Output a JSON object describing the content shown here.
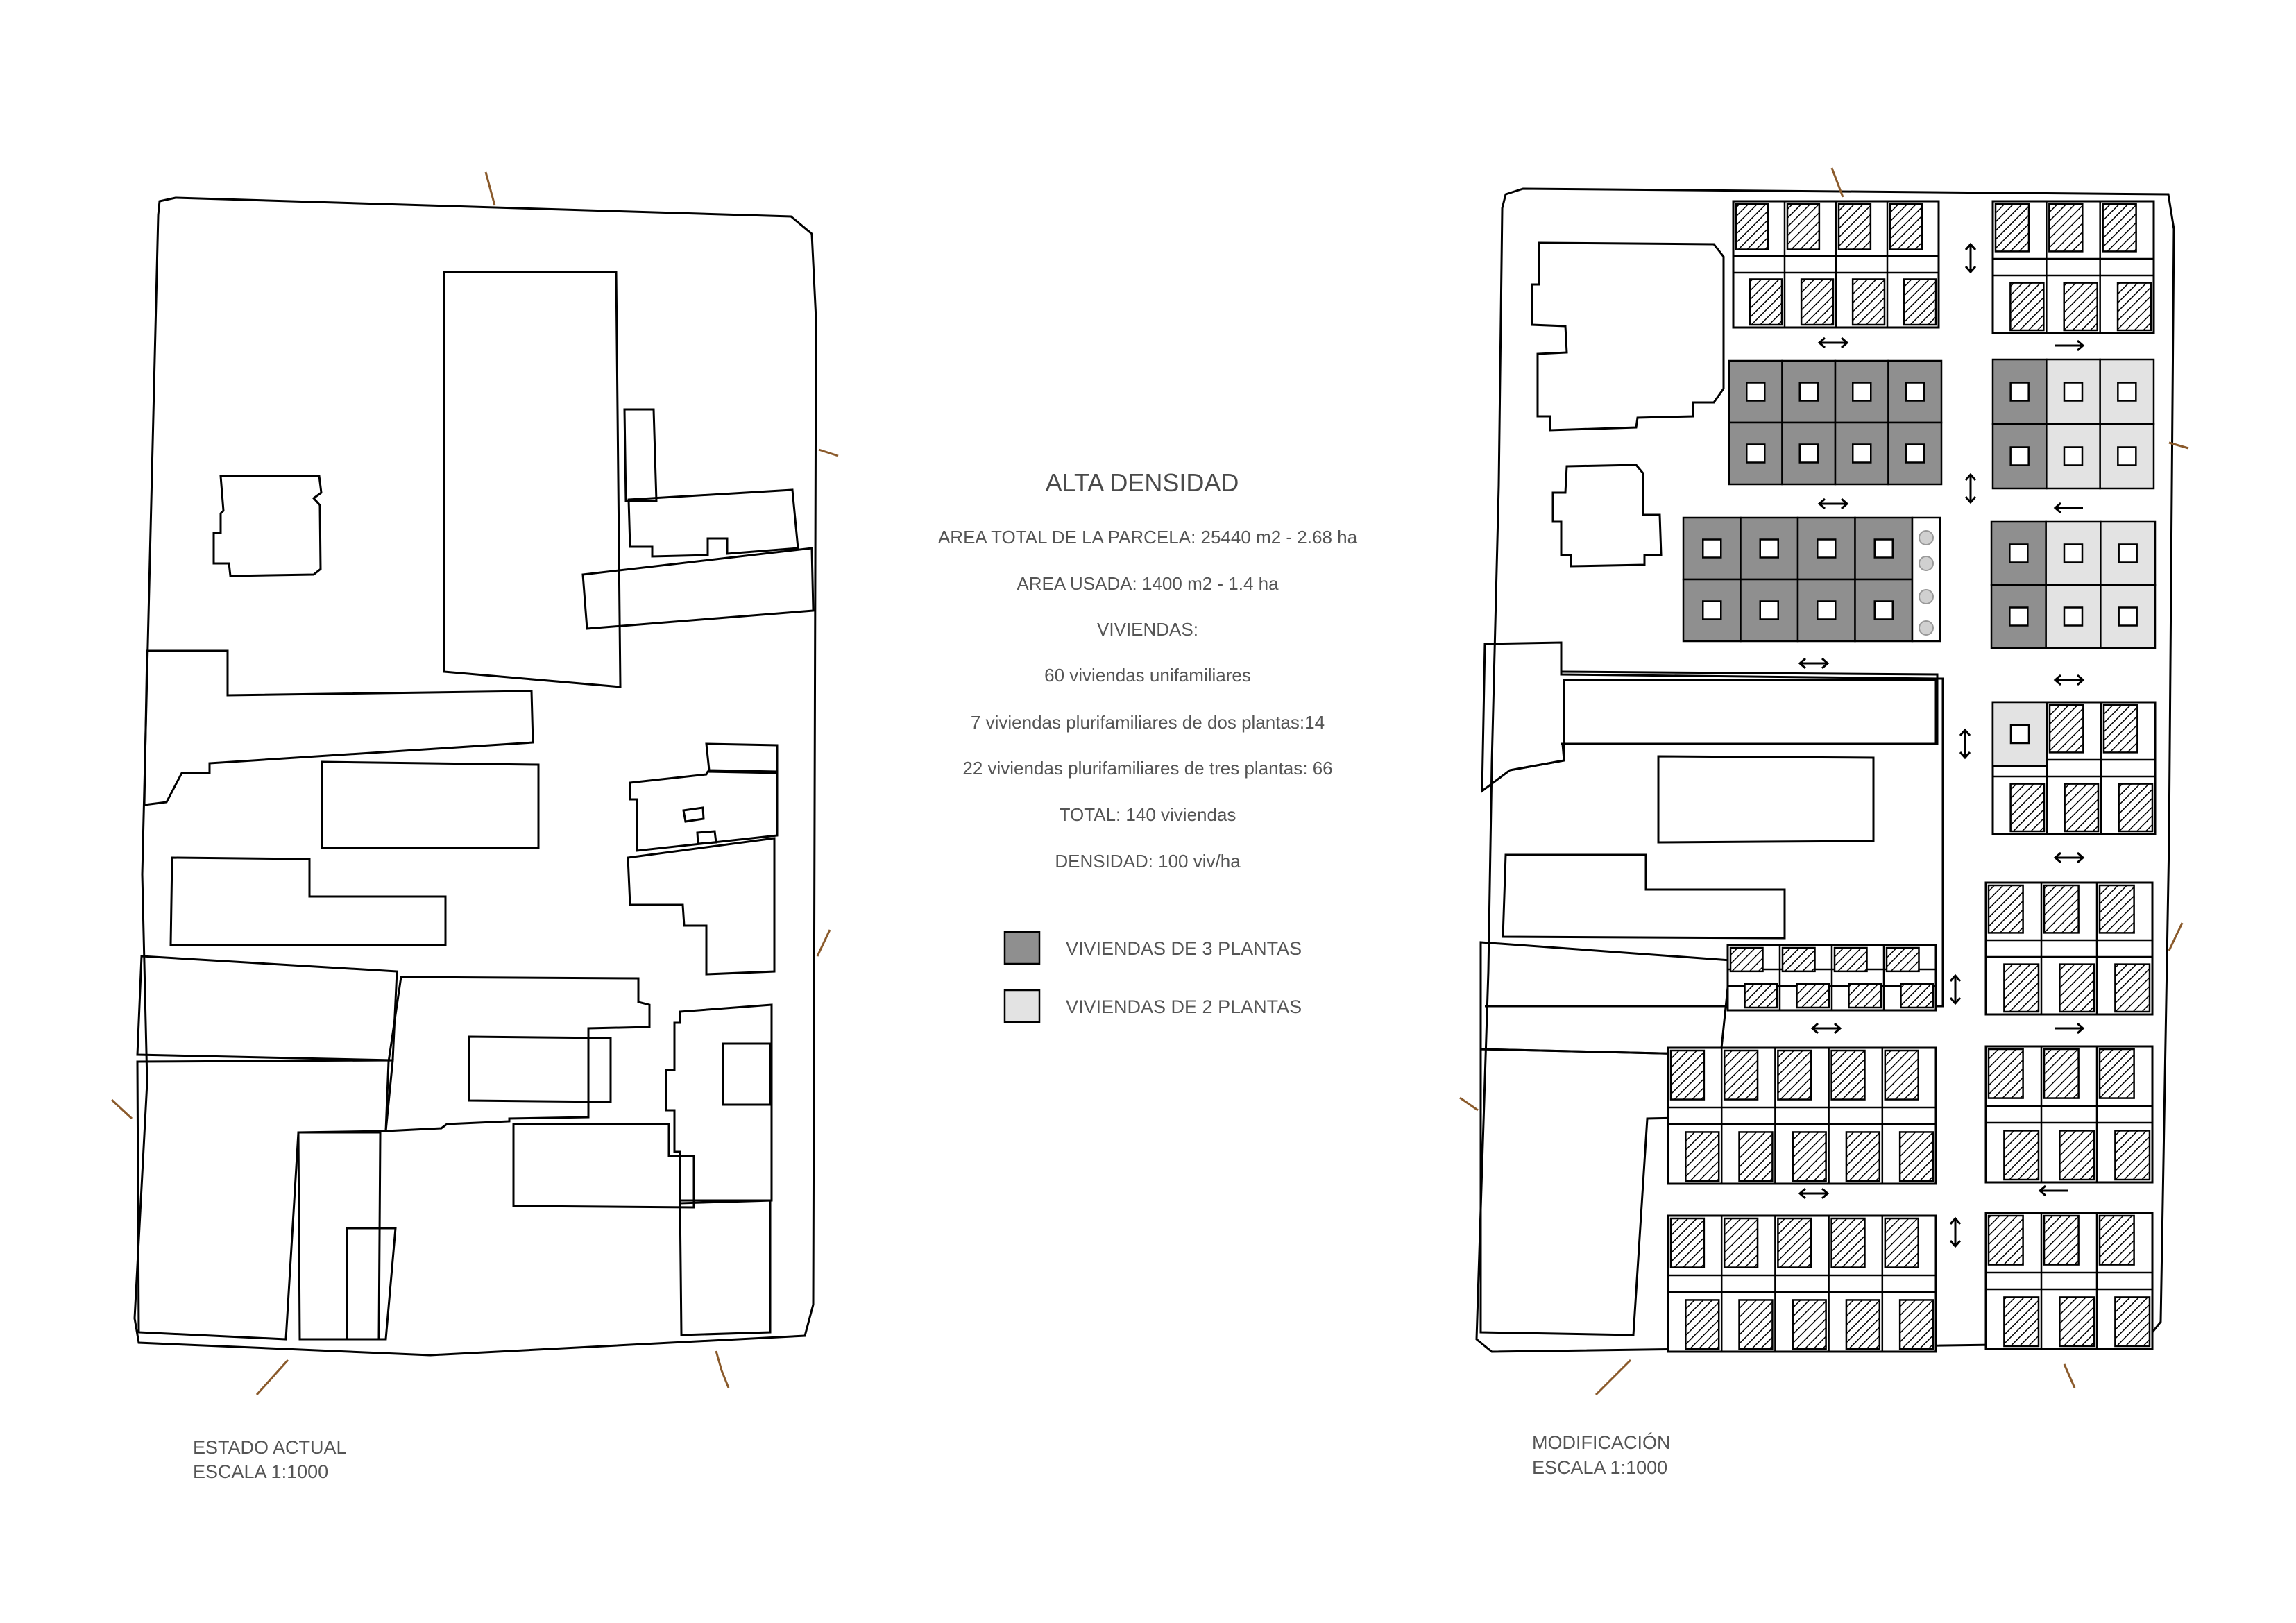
{
  "header": {
    "title": "ALTA DENSIDAD",
    "lines": [
      "AREA TOTAL DE LA PARCELA: 25440  m2 - 2.68 ha",
      "AREA USADA: 1400 m2 - 1.4 ha",
      "VIVIENDAS:",
      "60 viviendas unifamiliares",
      "7 viviendas plurifamiliares de dos plantas:14",
      "22 viviendas plurifamiliares de tres plantas: 66",
      "TOTAL: 140 viviendas",
      "DENSIDAD: 100 viv/ha"
    ]
  },
  "legend": [
    {
      "label": "VIVIENDAS DE 3 PLANTAS",
      "color": "#8f8f8f"
    },
    {
      "label": "VIVIENDAS DE 2 PLANTAS",
      "color": "#e3e3e3"
    }
  ],
  "plans": {
    "left": {
      "caption_1": "ESTADO ACTUAL",
      "caption_2": "ESCALA 1:1000"
    },
    "right": {
      "caption_1": "MODIFICACIÓN",
      "caption_2": "ESCALA 1:1000"
    }
  },
  "colors": {
    "line": "#000000",
    "road_tick": "#8a5a2b",
    "three_storey": "#8f8f8f",
    "two_storey": "#e3e3e3",
    "text": "#555555"
  }
}
